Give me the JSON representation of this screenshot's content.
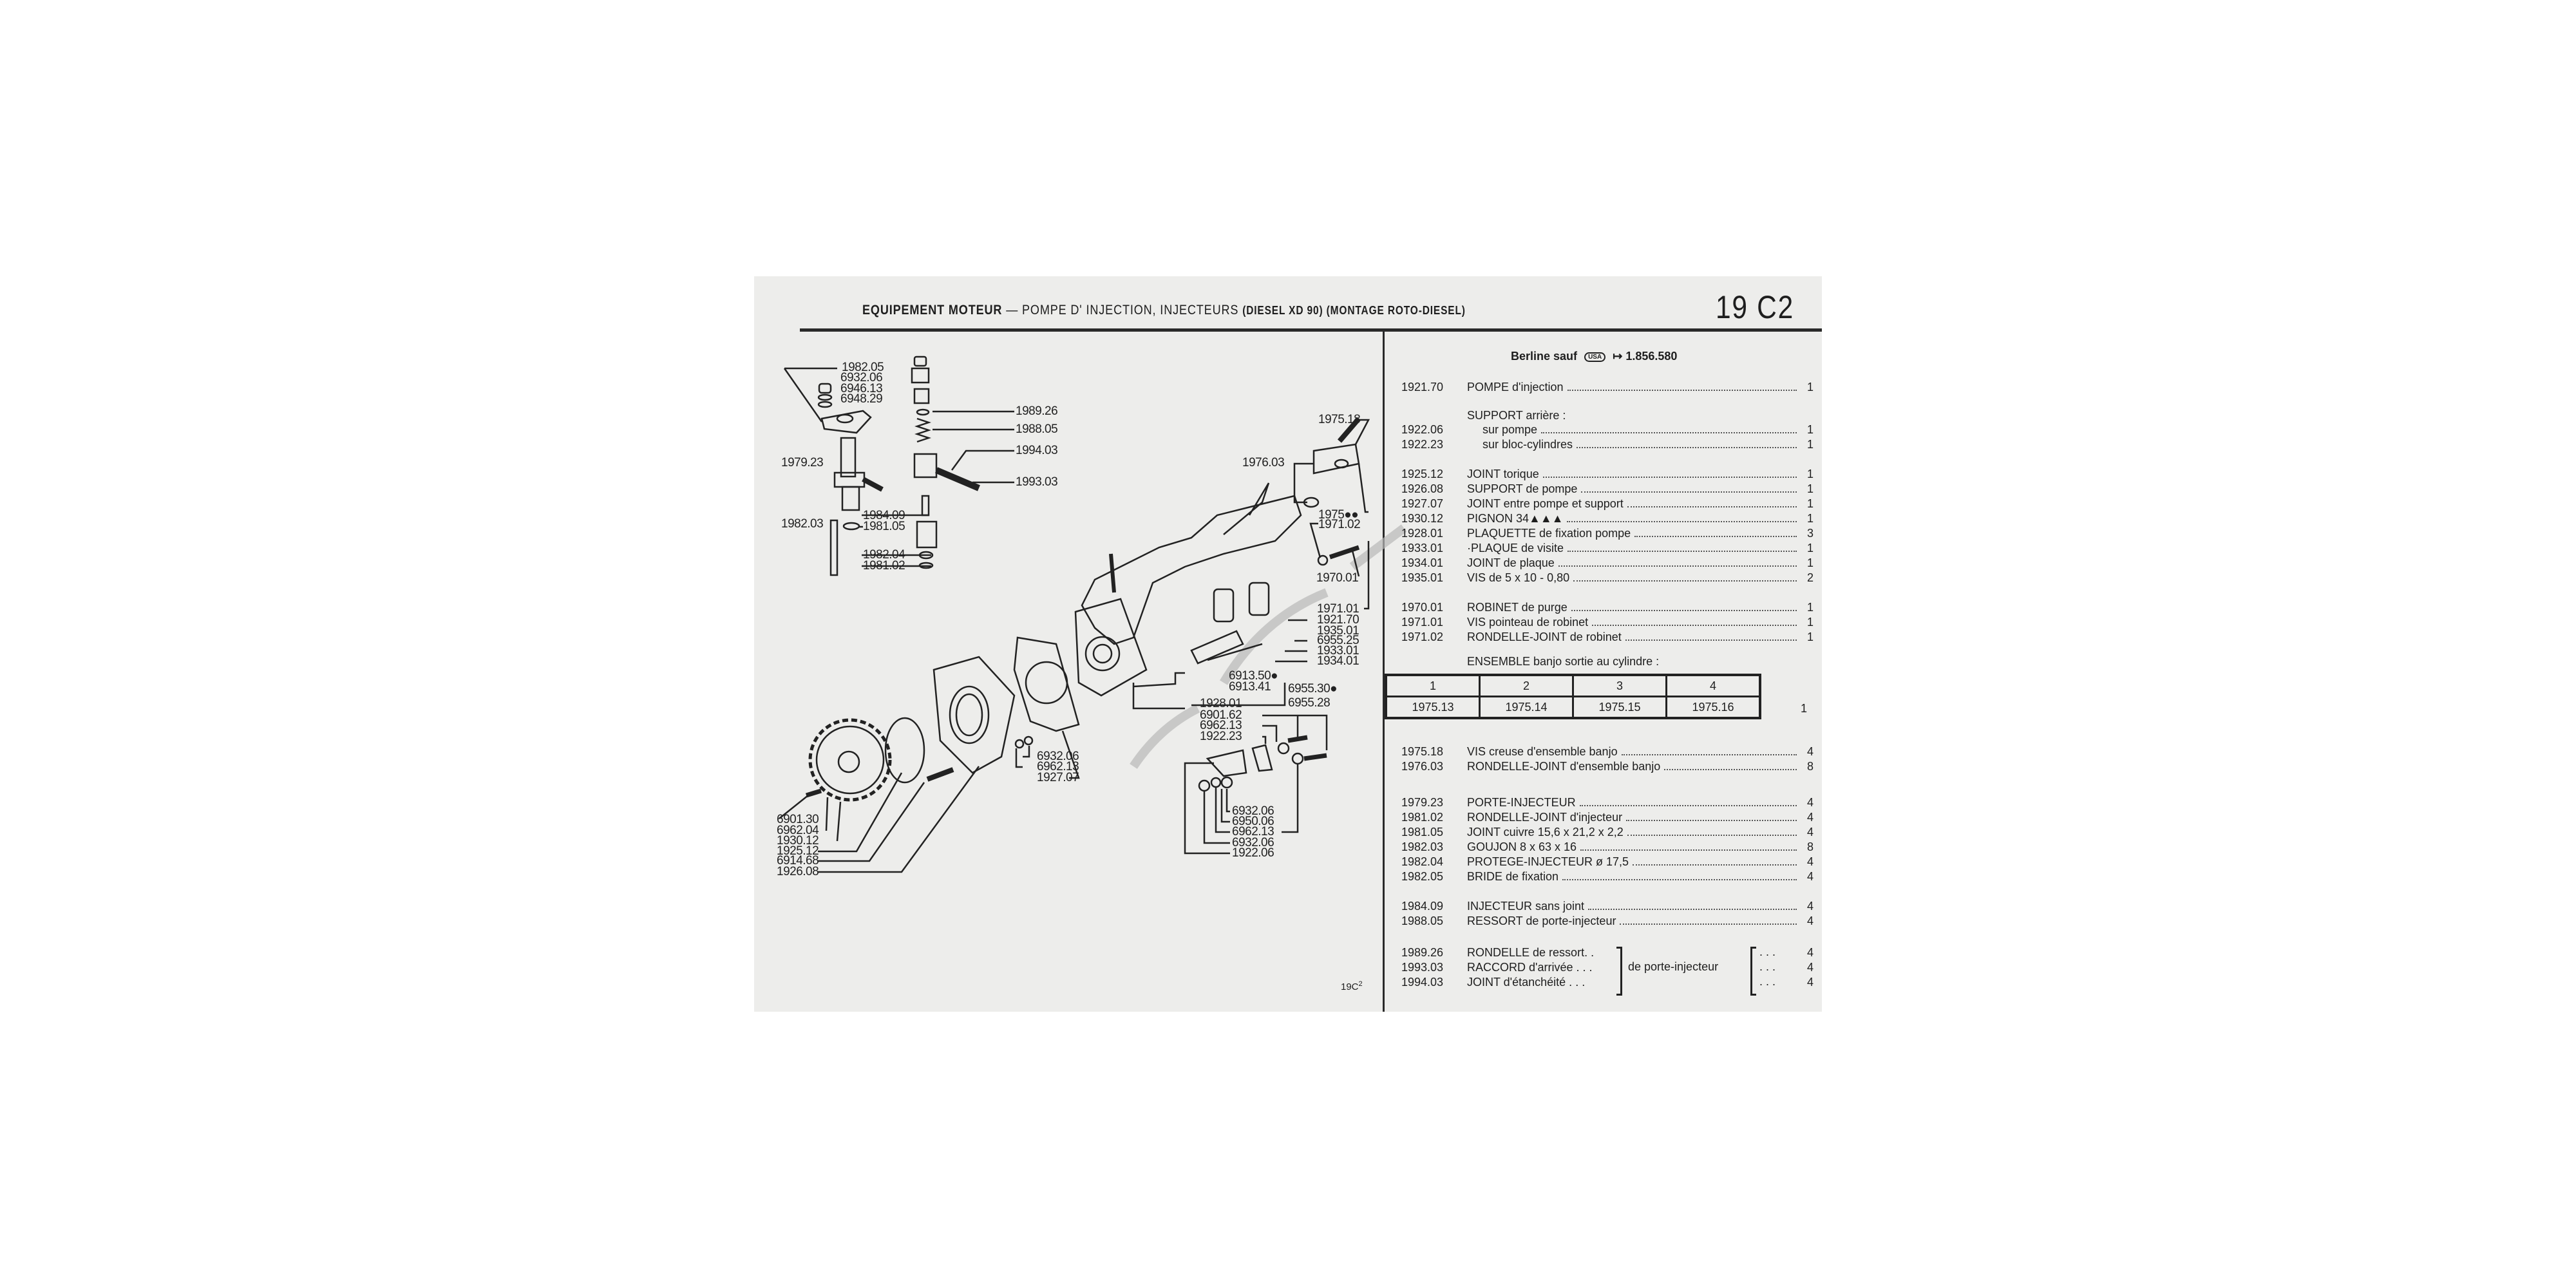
{
  "header": {
    "section_bold": "EQUIPEMENT MOTEUR",
    "dash": "—",
    "section_title": "POMPE D' INJECTION, INJECTEURS",
    "variant": "(DIESEL XD 90) (MONTAGE ROTO-DIESEL)",
    "page_code": "19 C2"
  },
  "parts_list": {
    "heading_prefix": "Berline sauf",
    "heading_badge": "USA",
    "heading_arrow": "↦",
    "heading_serial": "1.856.580",
    "subheading_support": "SUPPORT arrière :",
    "subheading_ensemble": "ENSEMBLE banjo sortie au cylindre :",
    "rows": [
      {
        "pn": "1921.70",
        "desc": "POMPE d'injection",
        "qty": "1"
      },
      {
        "pn": "1922.06",
        "desc": "sur pompe",
        "qty": "1"
      },
      {
        "pn": "1922.23",
        "desc": "sur bloc-cylindres",
        "qty": "1"
      },
      {
        "pn": "1925.12",
        "desc": "JOINT torique",
        "qty": "1"
      },
      {
        "pn": "1926.08",
        "desc": "SUPPORT de pompe",
        "qty": "1"
      },
      {
        "pn": "1927.07",
        "desc": "JOINT entre pompe et support",
        "qty": "1"
      },
      {
        "pn": "1930.12",
        "desc": "PIGNON 34▲▲▲",
        "qty": "1"
      },
      {
        "pn": "1928.01",
        "desc": "PLAQUETTE de fixation pompe",
        "qty": "3"
      },
      {
        "pn": "1933.01",
        "desc": "·PLAQUE de visite",
        "qty": "1"
      },
      {
        "pn": "1934.01",
        "desc": "JOINT de plaque",
        "qty": "1"
      },
      {
        "pn": "1935.01",
        "desc": "VIS de 5 x 10 - 0,80",
        "qty": "2"
      },
      {
        "pn": "1970.01",
        "desc": "ROBINET de purge",
        "qty": "1"
      },
      {
        "pn": "1971.01",
        "desc": "VIS pointeau de robinet",
        "qty": "1"
      },
      {
        "pn": "1971.02",
        "desc": "RONDELLE-JOINT de robinet",
        "qty": "1"
      },
      {
        "pn": "1975.18",
        "desc": "VIS creuse d'ensemble banjo",
        "qty": "4"
      },
      {
        "pn": "1976.03",
        "desc": "RONDELLE-JOINT d'ensemble banjo",
        "qty": "8"
      },
      {
        "pn": "1979.23",
        "desc": "PORTE-INJECTEUR",
        "qty": "4"
      },
      {
        "pn": "1981.02",
        "desc": "RONDELLE-JOINT d'injecteur",
        "qty": "4"
      },
      {
        "pn": "1981.05",
        "desc": "JOINT cuivre 15,6 x 21,2 x 2,2",
        "qty": "4"
      },
      {
        "pn": "1982.03",
        "desc": "GOUJON 8 x 63 x 16",
        "qty": "8"
      },
      {
        "pn": "1982.04",
        "desc": "PROTEGE-INJECTEUR ø 17,5",
        "qty": "4"
      },
      {
        "pn": "1982.05",
        "desc": "BRIDE de fixation",
        "qty": "4"
      },
      {
        "pn": "1984.09",
        "desc": "INJECTEUR sans joint",
        "qty": "4"
      },
      {
        "pn": "1988.05",
        "desc": "RESSORT de porte-injecteur",
        "qty": "4"
      },
      {
        "pn": "1989.26",
        "desc": "RONDELLE de ressort. .",
        "qty": "4"
      },
      {
        "pn": "1993.03",
        "desc": "RACCORD d'arrivée . . .",
        "qty": "4"
      },
      {
        "pn": "1994.03",
        "desc": "JOINT d'étanchéité . . .",
        "qty": "4"
      }
    ],
    "group_suffix": "de porte-injecteur",
    "group_dots": ". . .",
    "banjo_table": {
      "headers": [
        "1",
        "2",
        "3",
        "4"
      ],
      "values": [
        "1975.13",
        "1975.14",
        "1975.15",
        "1975.16"
      ],
      "qty": "1"
    }
  },
  "diagram": {
    "labels": [
      "1982.05",
      "6932.06",
      "6946.13",
      "6948.29",
      "1979.23",
      "1982.03",
      "1984.09",
      "1981.05",
      "1982.04",
      "1981.02",
      "1989.26",
      "1988.05",
      "1994.03",
      "1993.03",
      "1975.18",
      "1976.03",
      "1975●●",
      "1971.02",
      "1970.01",
      "1971.01",
      "1921.70",
      "1935.01",
      "6955.25",
      "1933.01",
      "1934.01",
      "6913.50●",
      "6913.41",
      "6955.30●",
      "6955.28",
      "1928.01",
      "6901.62",
      "6962.13",
      "1922.23",
      "6932.06",
      "6950.06",
      "6962.13",
      "6932.06",
      "1922.06",
      "6901.30",
      "6962.04",
      "1930.12",
      "1925.12",
      "6914.68",
      "1926.08",
      "6932.06",
      "6962.13",
      "1927.07"
    ],
    "footer_code": "19C",
    "footer_sup": "2"
  }
}
